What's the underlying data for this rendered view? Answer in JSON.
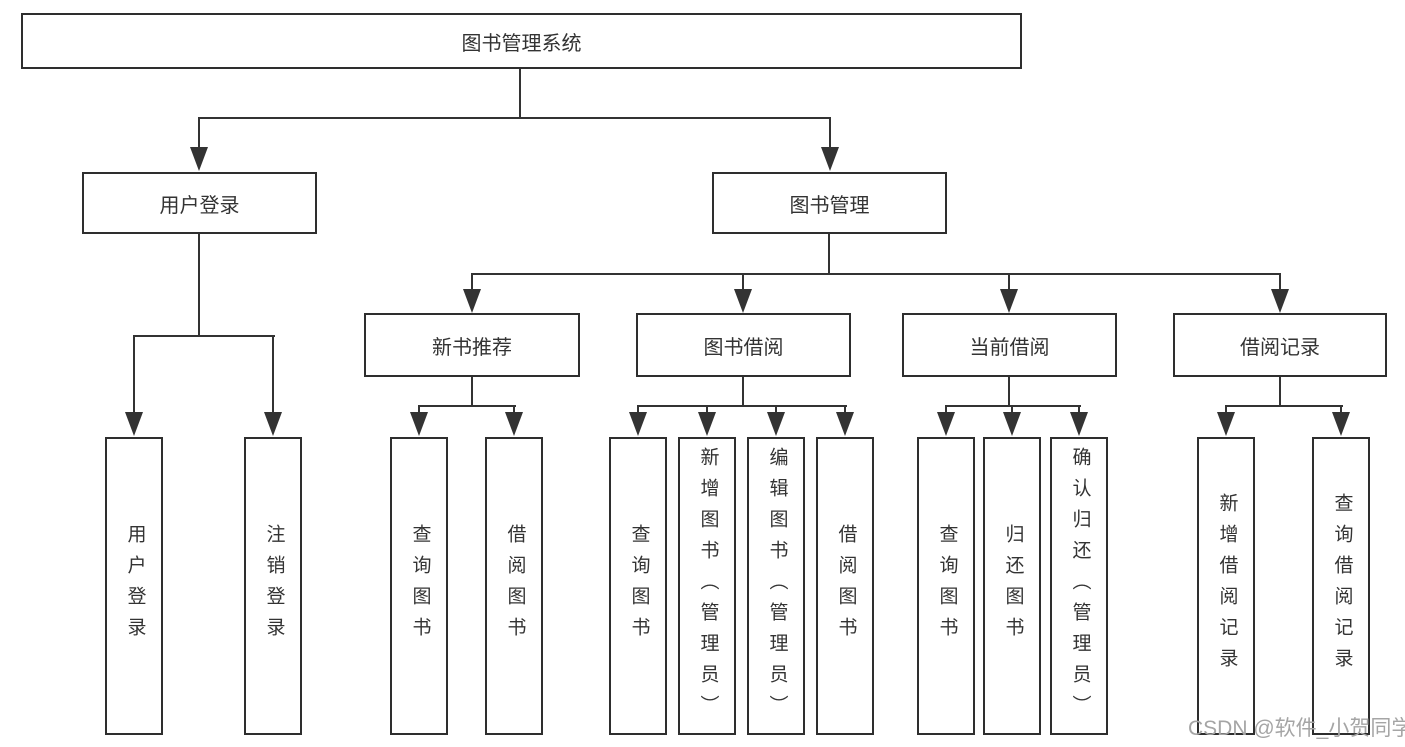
{
  "nodes": {
    "root": "图书管理系统",
    "level2": [
      "用户登录",
      "图书管理"
    ],
    "level3": [
      "新书推荐",
      "图书借阅",
      "当前借阅",
      "借阅记录"
    ],
    "leaves": [
      "用户登录",
      "注销登录",
      "查询图书",
      "借阅图书",
      "查询图书",
      "新增图书（管理员）",
      "编辑图书（管理员）",
      "借阅图书",
      "查询图书",
      "归还图书",
      "确认归还（管理员）",
      "新增借阅记录",
      "查询借阅记录"
    ]
  },
  "watermark": "CSDN @软件_小贺同学",
  "colors": {
    "line": "#333333",
    "border": "#2e2e2e",
    "text": "#333333",
    "background": "#ffffff",
    "watermark": "#a5a5a5"
  }
}
